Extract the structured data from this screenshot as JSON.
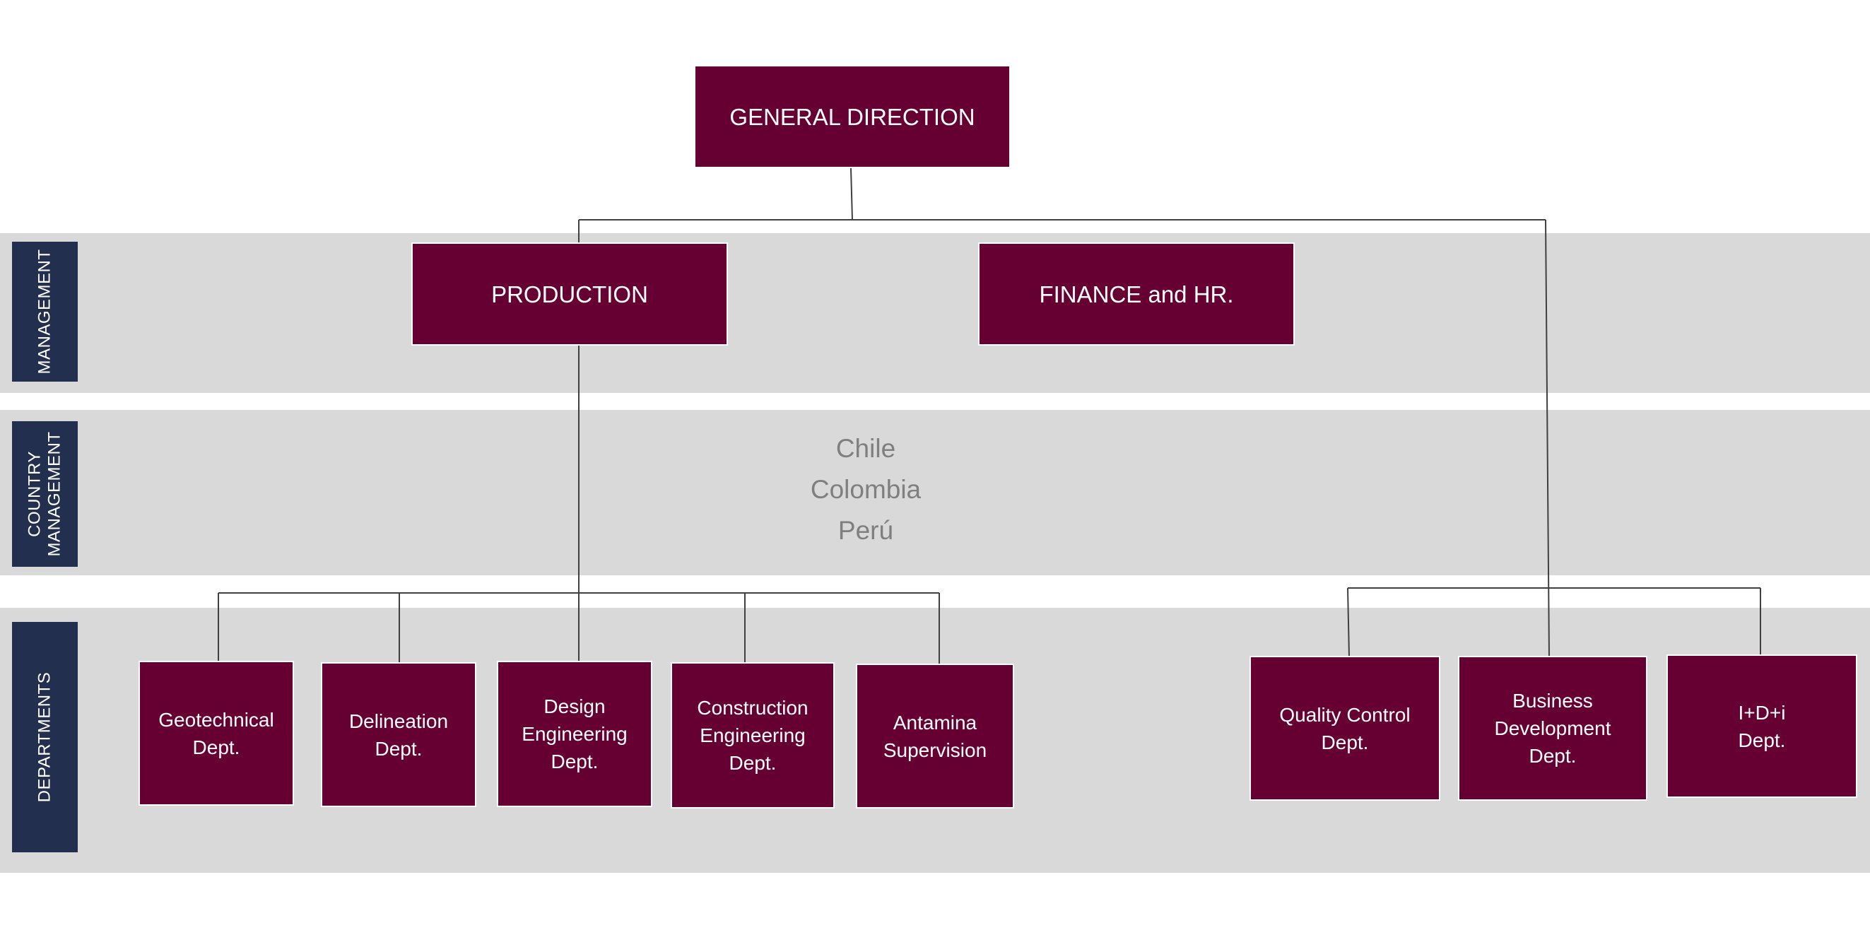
{
  "colors": {
    "box_fill": "#660033",
    "band_fill": "#d9d9d9",
    "side_label_fill": "#232f4f",
    "country_text": "#7f7f7f",
    "connector": "#404040"
  },
  "levels": {
    "management": "MANAGEMENT",
    "country_management": "COUNTRY\nMANAGEMENT",
    "departments": "DEPARTMENTS"
  },
  "nodes": {
    "general_direction": "GENERAL DIRECTION",
    "production": "PRODUCTION",
    "finance_hr": "FINANCE and HR.",
    "geotechnical": "Geotechnical\nDept.",
    "delineation": "Delineation\nDept.",
    "design_engineering": "Design\nEngineering\nDept.",
    "construction_engineering": "Construction\nEngineering\nDept.",
    "antamina": "Antamina\nSupervision",
    "quality_control": "Quality Control\nDept.",
    "business_development": "Business\nDevelopment\nDept.",
    "idi": "I+D+i\nDept."
  },
  "countries": [
    "Chile",
    "Colombia",
    "Perú"
  ]
}
